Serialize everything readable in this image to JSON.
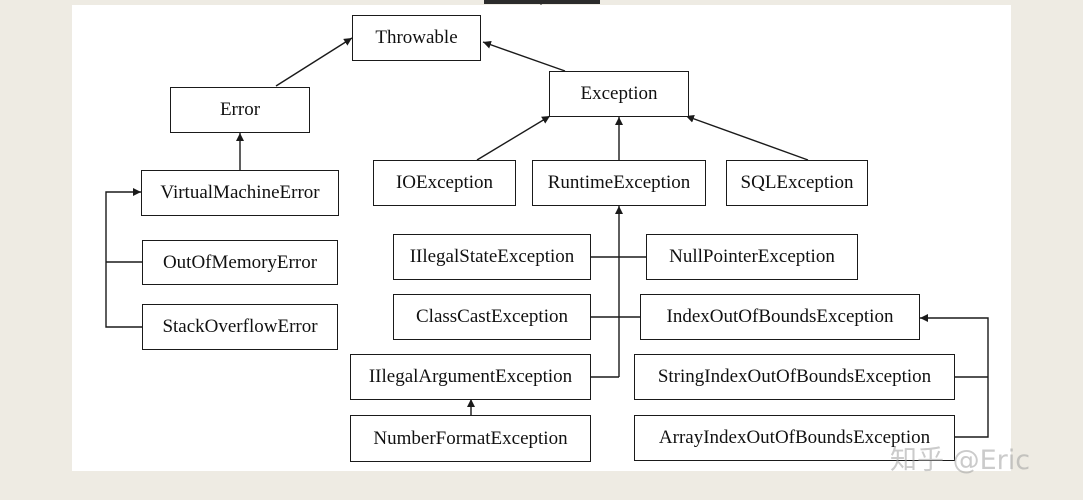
{
  "nodes": {
    "throwable": "Throwable",
    "error": "Error",
    "exception": "Exception",
    "virtual_machine_error": "VirtualMachineError",
    "out_of_memory_error": "OutOfMemoryError",
    "stack_overflow_error": "StackOverflowError",
    "io_exception": "IOException",
    "runtime_exception": "RuntimeException",
    "sql_exception": "SQLException",
    "illegal_state_exception": "IIlegalStateException",
    "null_pointer_exception": "NullPointerException",
    "class_cast_exception": "ClassCastException",
    "index_out_of_bounds_exception": "IndexOutOfBoundsException",
    "illegal_argument_exception": "IIlegalArgumentException",
    "string_index_out_of_bounds_exception": "StringIndexOutOfBoundsException",
    "number_format_exception": "NumberFormatException",
    "array_index_out_of_bounds_exception": "ArrayIndexOutOfBoundsException"
  },
  "watermark": "知乎 @Eric",
  "colors": {
    "line": "#1a1a1a",
    "canvas": "#ffffff",
    "background": "#eeebe3"
  }
}
